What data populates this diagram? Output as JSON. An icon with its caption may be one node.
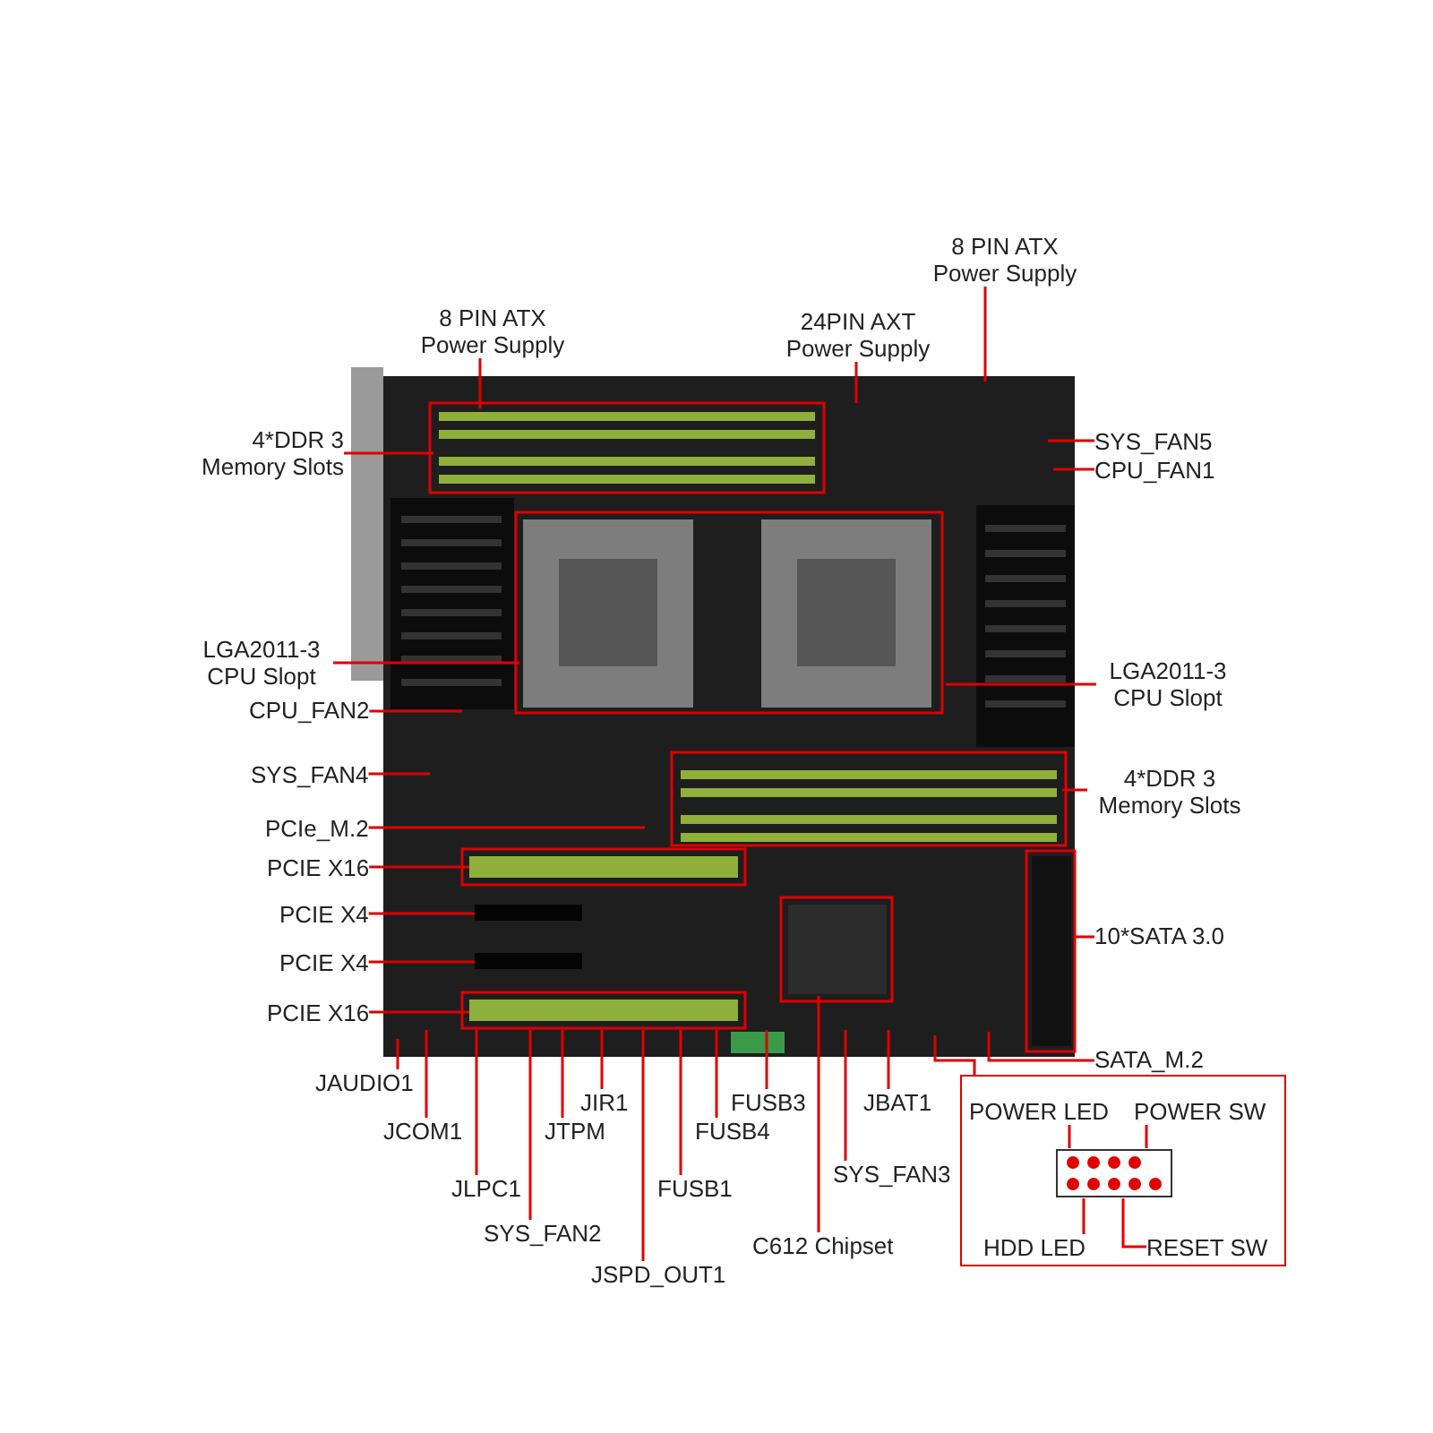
{
  "diagram": {
    "nodes": [
      {
        "text": [
          "8 PIN ATX Power Supply"
        ]
      },
      {
        "text": [
          "8 PIN ATX Power Supply"
        ]
      },
      {
        "text": [
          "24PIN AXT Power Supply"
        ]
      },
      {
        "text": [
          "SYS_FAN5"
        ]
      },
      {
        "text": [
          "4*DDR 3 Memory Slots"
        ]
      },
      {
        "text": [
          "CPU_FAN1"
        ]
      },
      {
        "text": [
          "LGA2011-3 CPU Slopt"
        ]
      },
      {
        "text": [
          "LGA2011-3 CPU Slopt"
        ]
      },
      {
        "text": [
          "CPU_FAN2"
        ]
      },
      {
        "text": [
          "SYS_FAN4"
        ]
      },
      {
        "text": [
          "4*DDR 3 Memory Slots"
        ]
      },
      {
        "text": [
          "PCIe_M.2"
        ]
      },
      {
        "text": [
          "PCIE X16"
        ]
      },
      {
        "text": [
          "PCIE X4"
        ]
      },
      {
        "text": [
          "10*SATA 3.0"
        ]
      },
      {
        "text": [
          "PCIE X4"
        ]
      },
      {
        "text": [
          "PCIE X16"
        ]
      },
      {
        "text": [
          "SATA_M.2"
        ]
      },
      {
        "text": [
          "JAUDIO1"
        ]
      },
      {
        "text": [
          "FUSB3"
        ]
      },
      {
        "text": [
          "JCOM1"
        ]
      },
      {
        "text": [
          "JTPM"
        ]
      },
      {
        "text": [
          "JIR1"
        ]
      },
      {
        "text": [
          "JBAT1"
        ]
      },
      {
        "text": [
          "FUSB4"
        ]
      },
      {
        "text": [],
        "shape": "box"
      },
      {
        "text": [
          "POWER LED"
        ],
        "in": 25
      },
      {
        "text": [
          "POWER SW"
        ],
        "in": 25
      },
      {
        "text": [],
        "shape": "picture",
        "in": 25
      },
      {
        "text": [
          "HDD LED"
        ],
        "in": 25
      },
      {
        "text": [
          "RESET SW"
        ],
        "in": 25
      },
      {
        "text": [
          "JLPC1"
        ]
      },
      {
        "text": [
          "FUSB1"
        ]
      },
      {
        "text": [
          "SYS_FAN3"
        ]
      },
      {
        "text": [
          "SYS_FAN2"
        ]
      },
      {
        "text": [
          "C612 Chipset"
        ]
      },
      {
        "text": [
          "JSPD_OUT1"
        ]
      }
    ],
    "edges": [
      {
        "from": 0,
        "to": null,
        "arrow": "none"
      },
      {
        "from": 1,
        "to": null,
        "arrow": "none"
      },
      {
        "from": 2,
        "to": null,
        "arrow": "none"
      },
      {
        "from": 3,
        "to": null,
        "arrow": "none"
      },
      {
        "from": 4,
        "to": null,
        "arrow": "none"
      },
      {
        "from": 5,
        "to": null,
        "arrow": "none"
      },
      {
        "from": 6,
        "to": null,
        "arrow": "none"
      },
      {
        "from": 7,
        "to": null,
        "arrow": "none"
      },
      {
        "from": 8,
        "to": null,
        "arrow": "none"
      },
      {
        "from": 9,
        "to": null,
        "arrow": "none"
      },
      {
        "from": 10,
        "to": null,
        "arrow": "none"
      },
      {
        "from": 11,
        "to": null,
        "arrow": "none"
      },
      {
        "from": 12,
        "to": null,
        "arrow": "none"
      },
      {
        "from": 13,
        "to": null,
        "arrow": "none"
      },
      {
        "from": 14,
        "to": null,
        "arrow": "none"
      },
      {
        "from": 15,
        "to": null,
        "arrow": "none"
      },
      {
        "from": 16,
        "to": null,
        "arrow": "none"
      },
      {
        "from": 17,
        "to": null,
        "arrow": "none"
      },
      {
        "from": 18,
        "to": null,
        "arrow": "none"
      },
      {
        "from": 19,
        "to": null,
        "arrow": "none"
      },
      {
        "from": 20,
        "to": null,
        "arrow": "none"
      },
      {
        "from": 21,
        "to": null,
        "arrow": "none"
      },
      {
        "from": 22,
        "to": null,
        "arrow": "none"
      },
      {
        "from": 23,
        "to": null,
        "arrow": "none"
      },
      {
        "from": 24,
        "to": null,
        "arrow": "none"
      },
      {
        "from": 25,
        "to": null,
        "arrow": "none"
      },
      {
        "from": 26,
        "to": 28,
        "arrow": "none"
      },
      {
        "from": 27,
        "to": 28,
        "arrow": "none"
      },
      {
        "from": 29,
        "to": 28,
        "arrow": "none"
      },
      {
        "from": 30,
        "to": 28,
        "arrow": "none"
      },
      {
        "from": 31,
        "to": null,
        "arrow": "none"
      },
      {
        "from": 32,
        "to": null,
        "arrow": "none"
      },
      {
        "from": 33,
        "to": null,
        "arrow": "none"
      },
      {
        "from": 34,
        "to": null,
        "arrow": "none"
      },
      {
        "from": 35,
        "to": null,
        "arrow": "none"
      },
      {
        "from": 36,
        "to": null,
        "arrow": "none"
      }
    ]
  }
}
